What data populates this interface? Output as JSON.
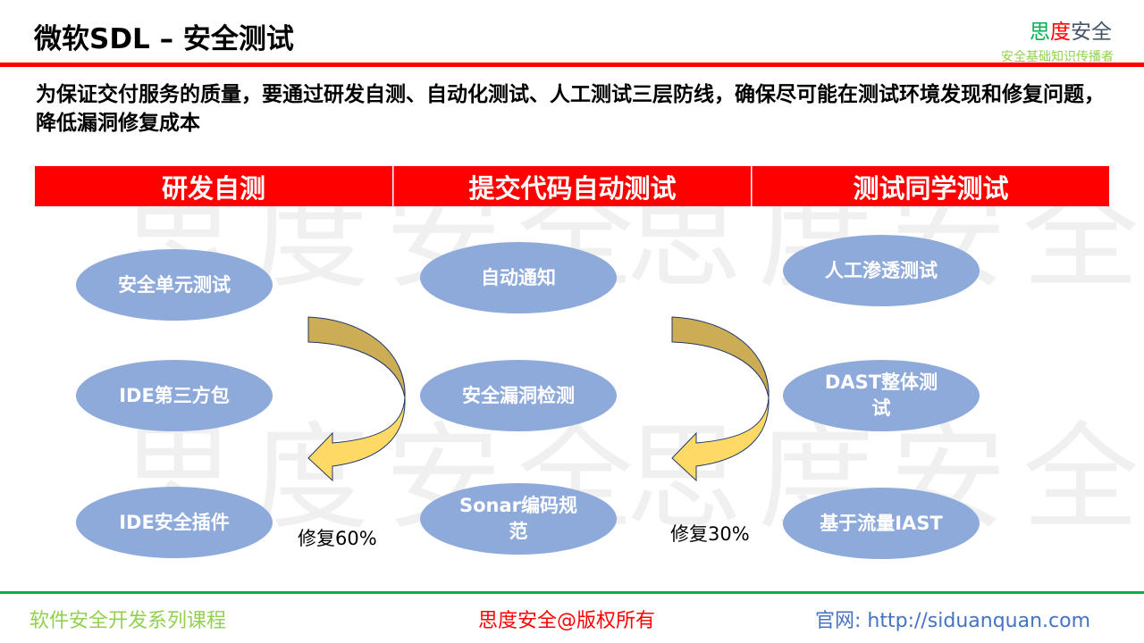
{
  "header": {
    "title": "微软SDL – 安全测试",
    "brand": [
      "思",
      "度",
      "安全"
    ],
    "brand_colors": [
      "#00b050",
      "#ff0000",
      "#44546a"
    ],
    "subtitle": "安全基础知识传播者"
  },
  "intro": "为保证交付服务的质量，要通过研发自测、自动化测试、人工测试三层防线，确保尽可能在测试环境发现和修复问题，降低漏洞修复成本",
  "watermark": "思度安全",
  "columns": [
    {
      "title": "研发自测",
      "items": [
        "安全单元测试",
        "IDE第三方包",
        "IDE安全插件"
      ]
    },
    {
      "title": "提交代码自动测试",
      "items": [
        "自动通知",
        "安全漏洞检测",
        "Sonar编码规范"
      ]
    },
    {
      "title": "测试同学测试",
      "items": [
        "人工渗透测试",
        "DAST整体测试",
        "基于流量IAST"
      ]
    }
  ],
  "arrows": [
    {
      "label": "修复60%"
    },
    {
      "label": "修复30%"
    }
  ],
  "footer": {
    "left": "软件安全开发系列课程",
    "center": "思度安全@版权所有",
    "right": "官网: http://siduanquan.com"
  },
  "colors": {
    "red": "#ff0000",
    "ellipse": "#8eaadb",
    "green": "#00b050",
    "arrow_dark": "#cdac56",
    "arrow_light": "#ffd966"
  }
}
